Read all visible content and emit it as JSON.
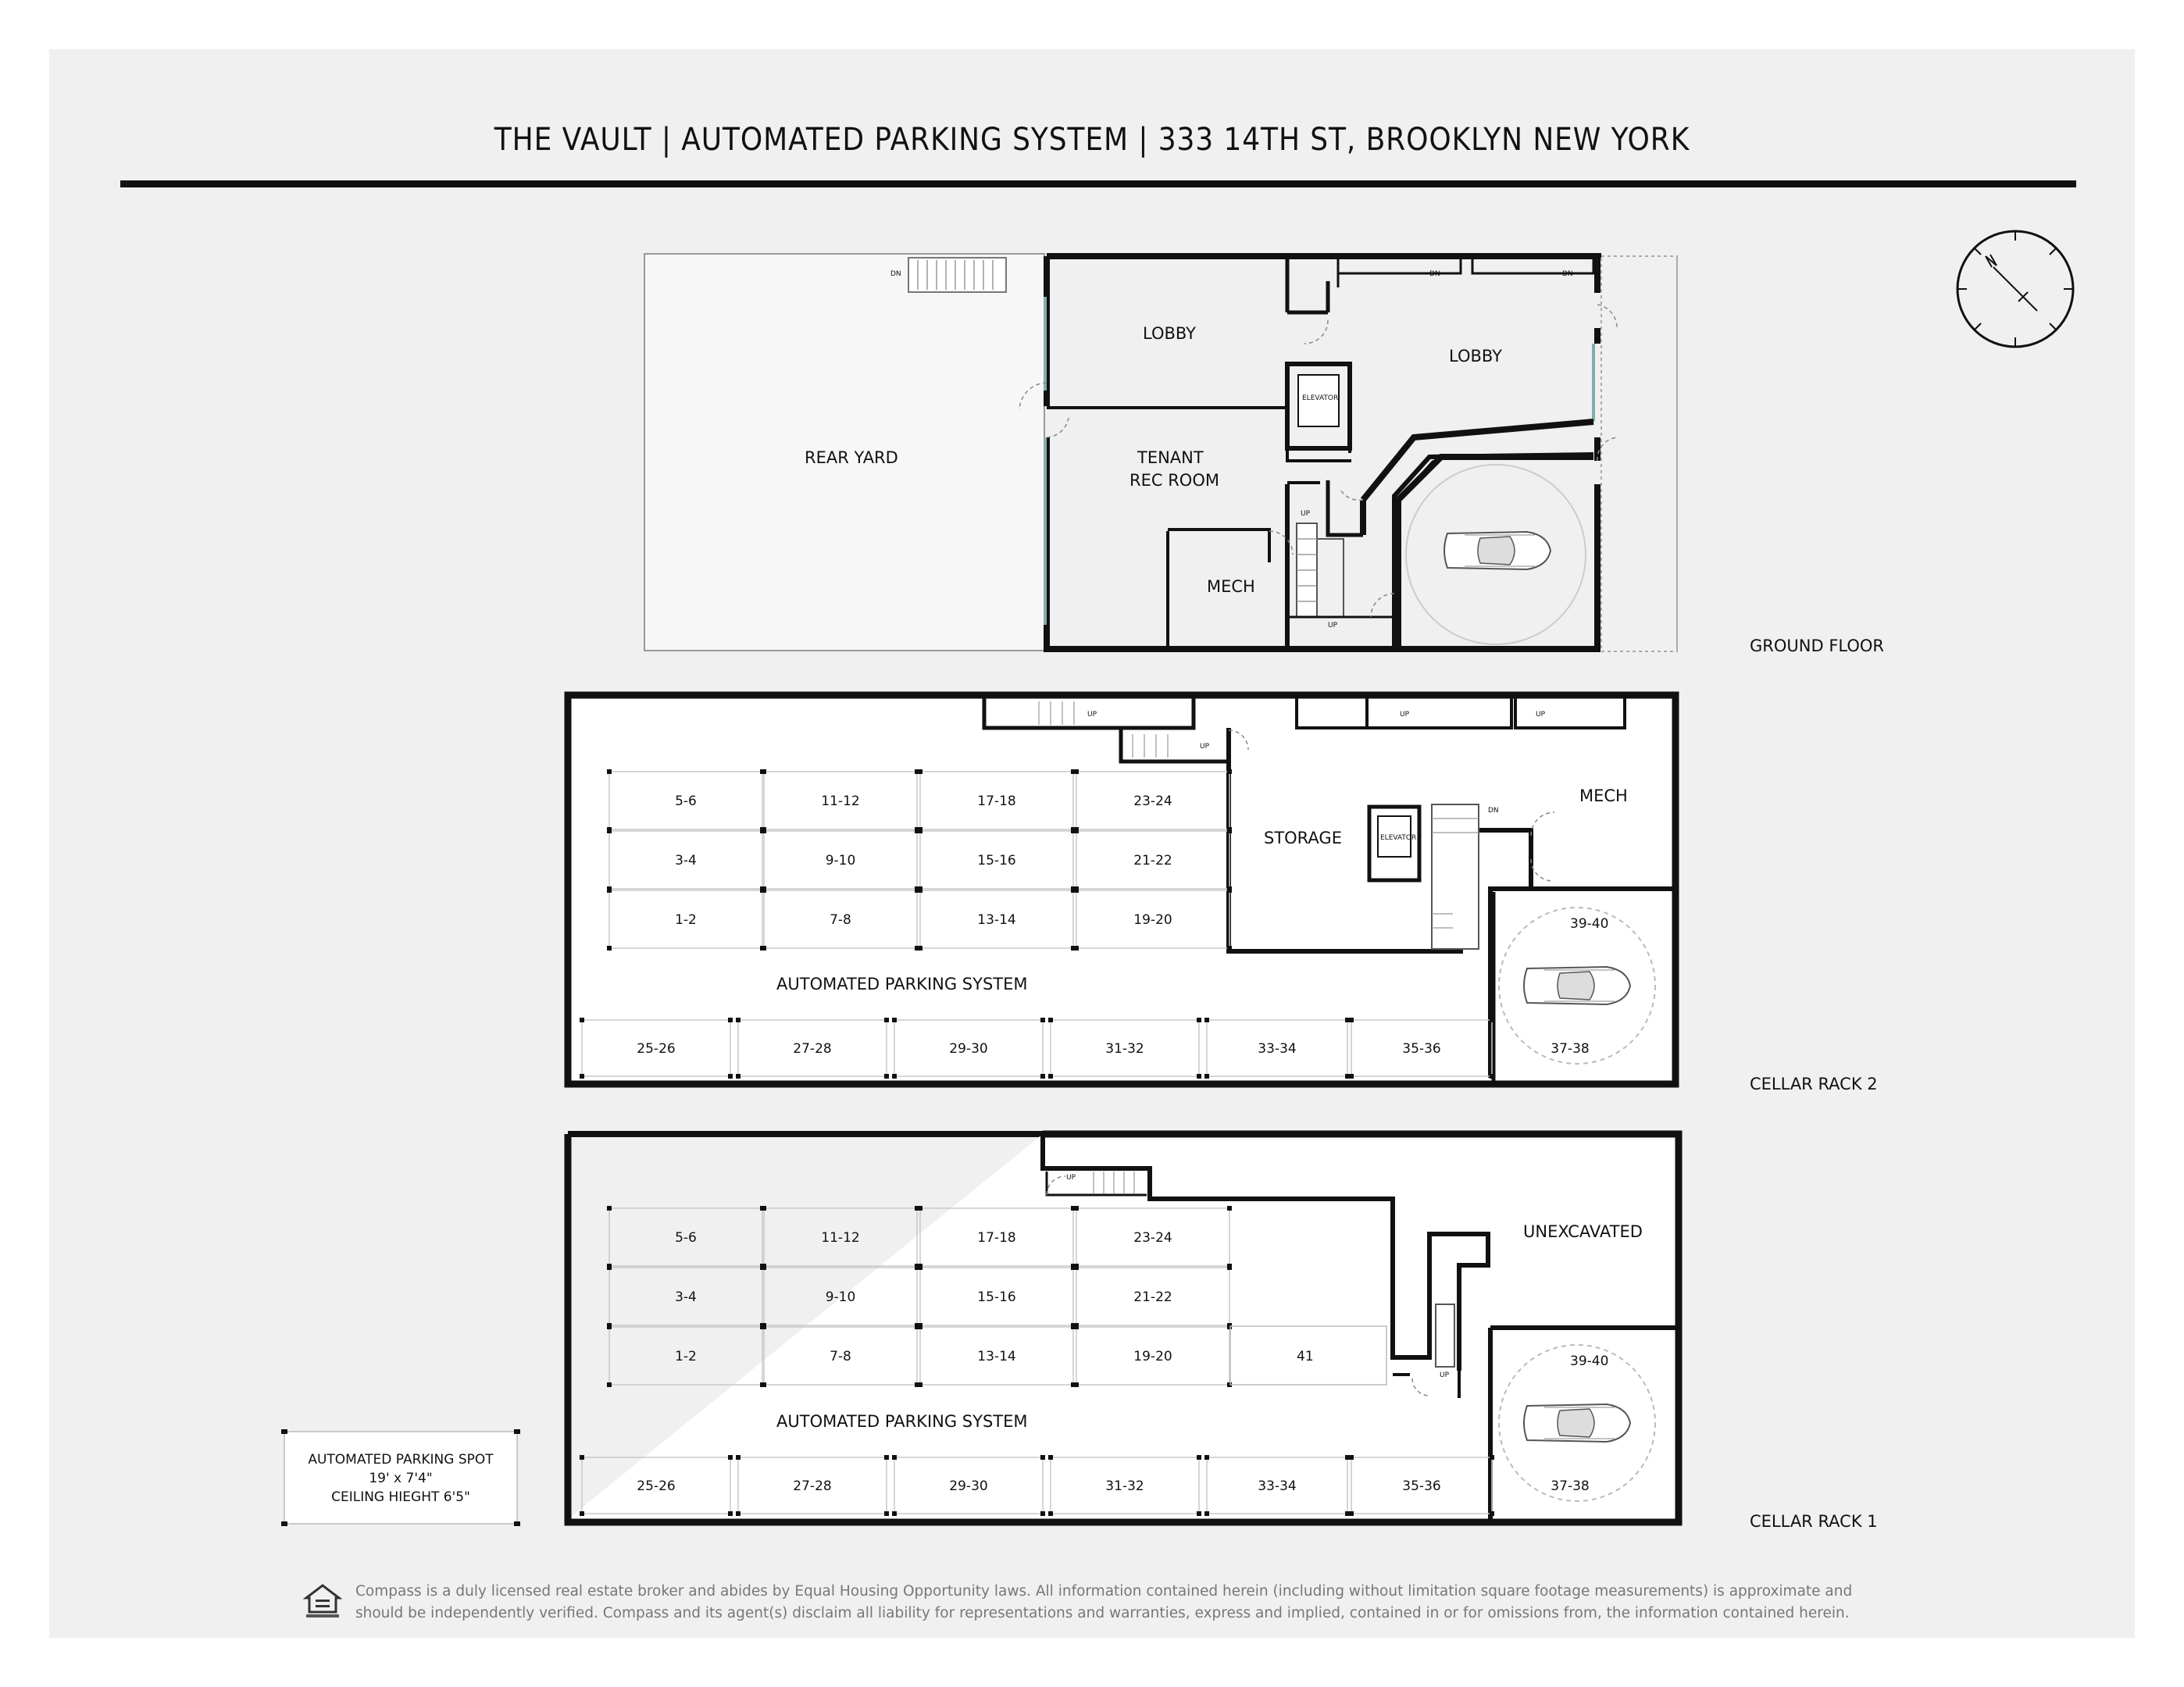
{
  "title": "THE VAULT | AUTOMATED PARKING SYSTEM | 333 14TH ST, BROOKLYN NEW YORK",
  "floors": {
    "ground": {
      "name": "GROUND FLOOR",
      "rooms": {
        "rear_yard": "REAR YARD",
        "lobby_left": "LOBBY",
        "lobby_right": "LOBBY",
        "tenant_line1": "TENANT",
        "tenant_line2": "REC ROOM",
        "mech": "MECH",
        "elevator": "ELEVATOR"
      },
      "stair_labels": {
        "dn": "DN",
        "up": "UP"
      }
    },
    "cellar2": {
      "name": "CELLAR RACK 2",
      "rooms": {
        "storage": "STORAGE",
        "mech": "MECH",
        "elevator": "ELEVATOR",
        "aps": "AUTOMATED PARKING SYSTEM"
      },
      "spots_top": [
        [
          "5-6",
          "11-12",
          "17-18",
          "23-24"
        ],
        [
          "3-4",
          "9-10",
          "15-16",
          "21-22"
        ],
        [
          "1-2",
          "7-8",
          "13-14",
          "19-20"
        ]
      ],
      "spots_bottom": [
        "25-26",
        "27-28",
        "29-30",
        "31-32",
        "33-34",
        "35-36",
        "37-38"
      ],
      "turntable_spot": "39-40",
      "stair_labels": {
        "dn": "DN",
        "up": "UP"
      }
    },
    "cellar1": {
      "name": "CELLAR RACK 1",
      "rooms": {
        "unexcavated": "UNEXCAVATED",
        "aps": "AUTOMATED PARKING SYSTEM"
      },
      "spots_top": [
        [
          "5-6",
          "11-12",
          "17-18",
          "23-24"
        ],
        [
          "3-4",
          "9-10",
          "15-16",
          "21-22"
        ],
        [
          "1-2",
          "7-8",
          "13-14",
          "19-20"
        ]
      ],
      "spot_41": "41",
      "spots_bottom": [
        "25-26",
        "27-28",
        "29-30",
        "31-32",
        "33-34",
        "35-36",
        "37-38"
      ],
      "turntable_spot": "39-40",
      "stair_labels": {
        "up": "UP"
      }
    }
  },
  "legend": {
    "line1": "AUTOMATED PARKING SPOT",
    "line2": "19' x 7'4\"",
    "line3": "CEILING HIEGHT 6'5\""
  },
  "disclaimer": {
    "line1": "Compass is a duly licensed real estate broker and abides by Equal Housing Opportunity laws. All information contained herein (including without limitation square footage measurements) is approximate and",
    "line2": "should be independently verified. Compass and its agent(s) disclaim all liability for representations and warranties, express and implied, contained in or for omissions from, the information contained herein."
  },
  "icons": {
    "compass": "compass-icon",
    "equal_housing": "equal-housing-icon",
    "car": "car-icon"
  }
}
